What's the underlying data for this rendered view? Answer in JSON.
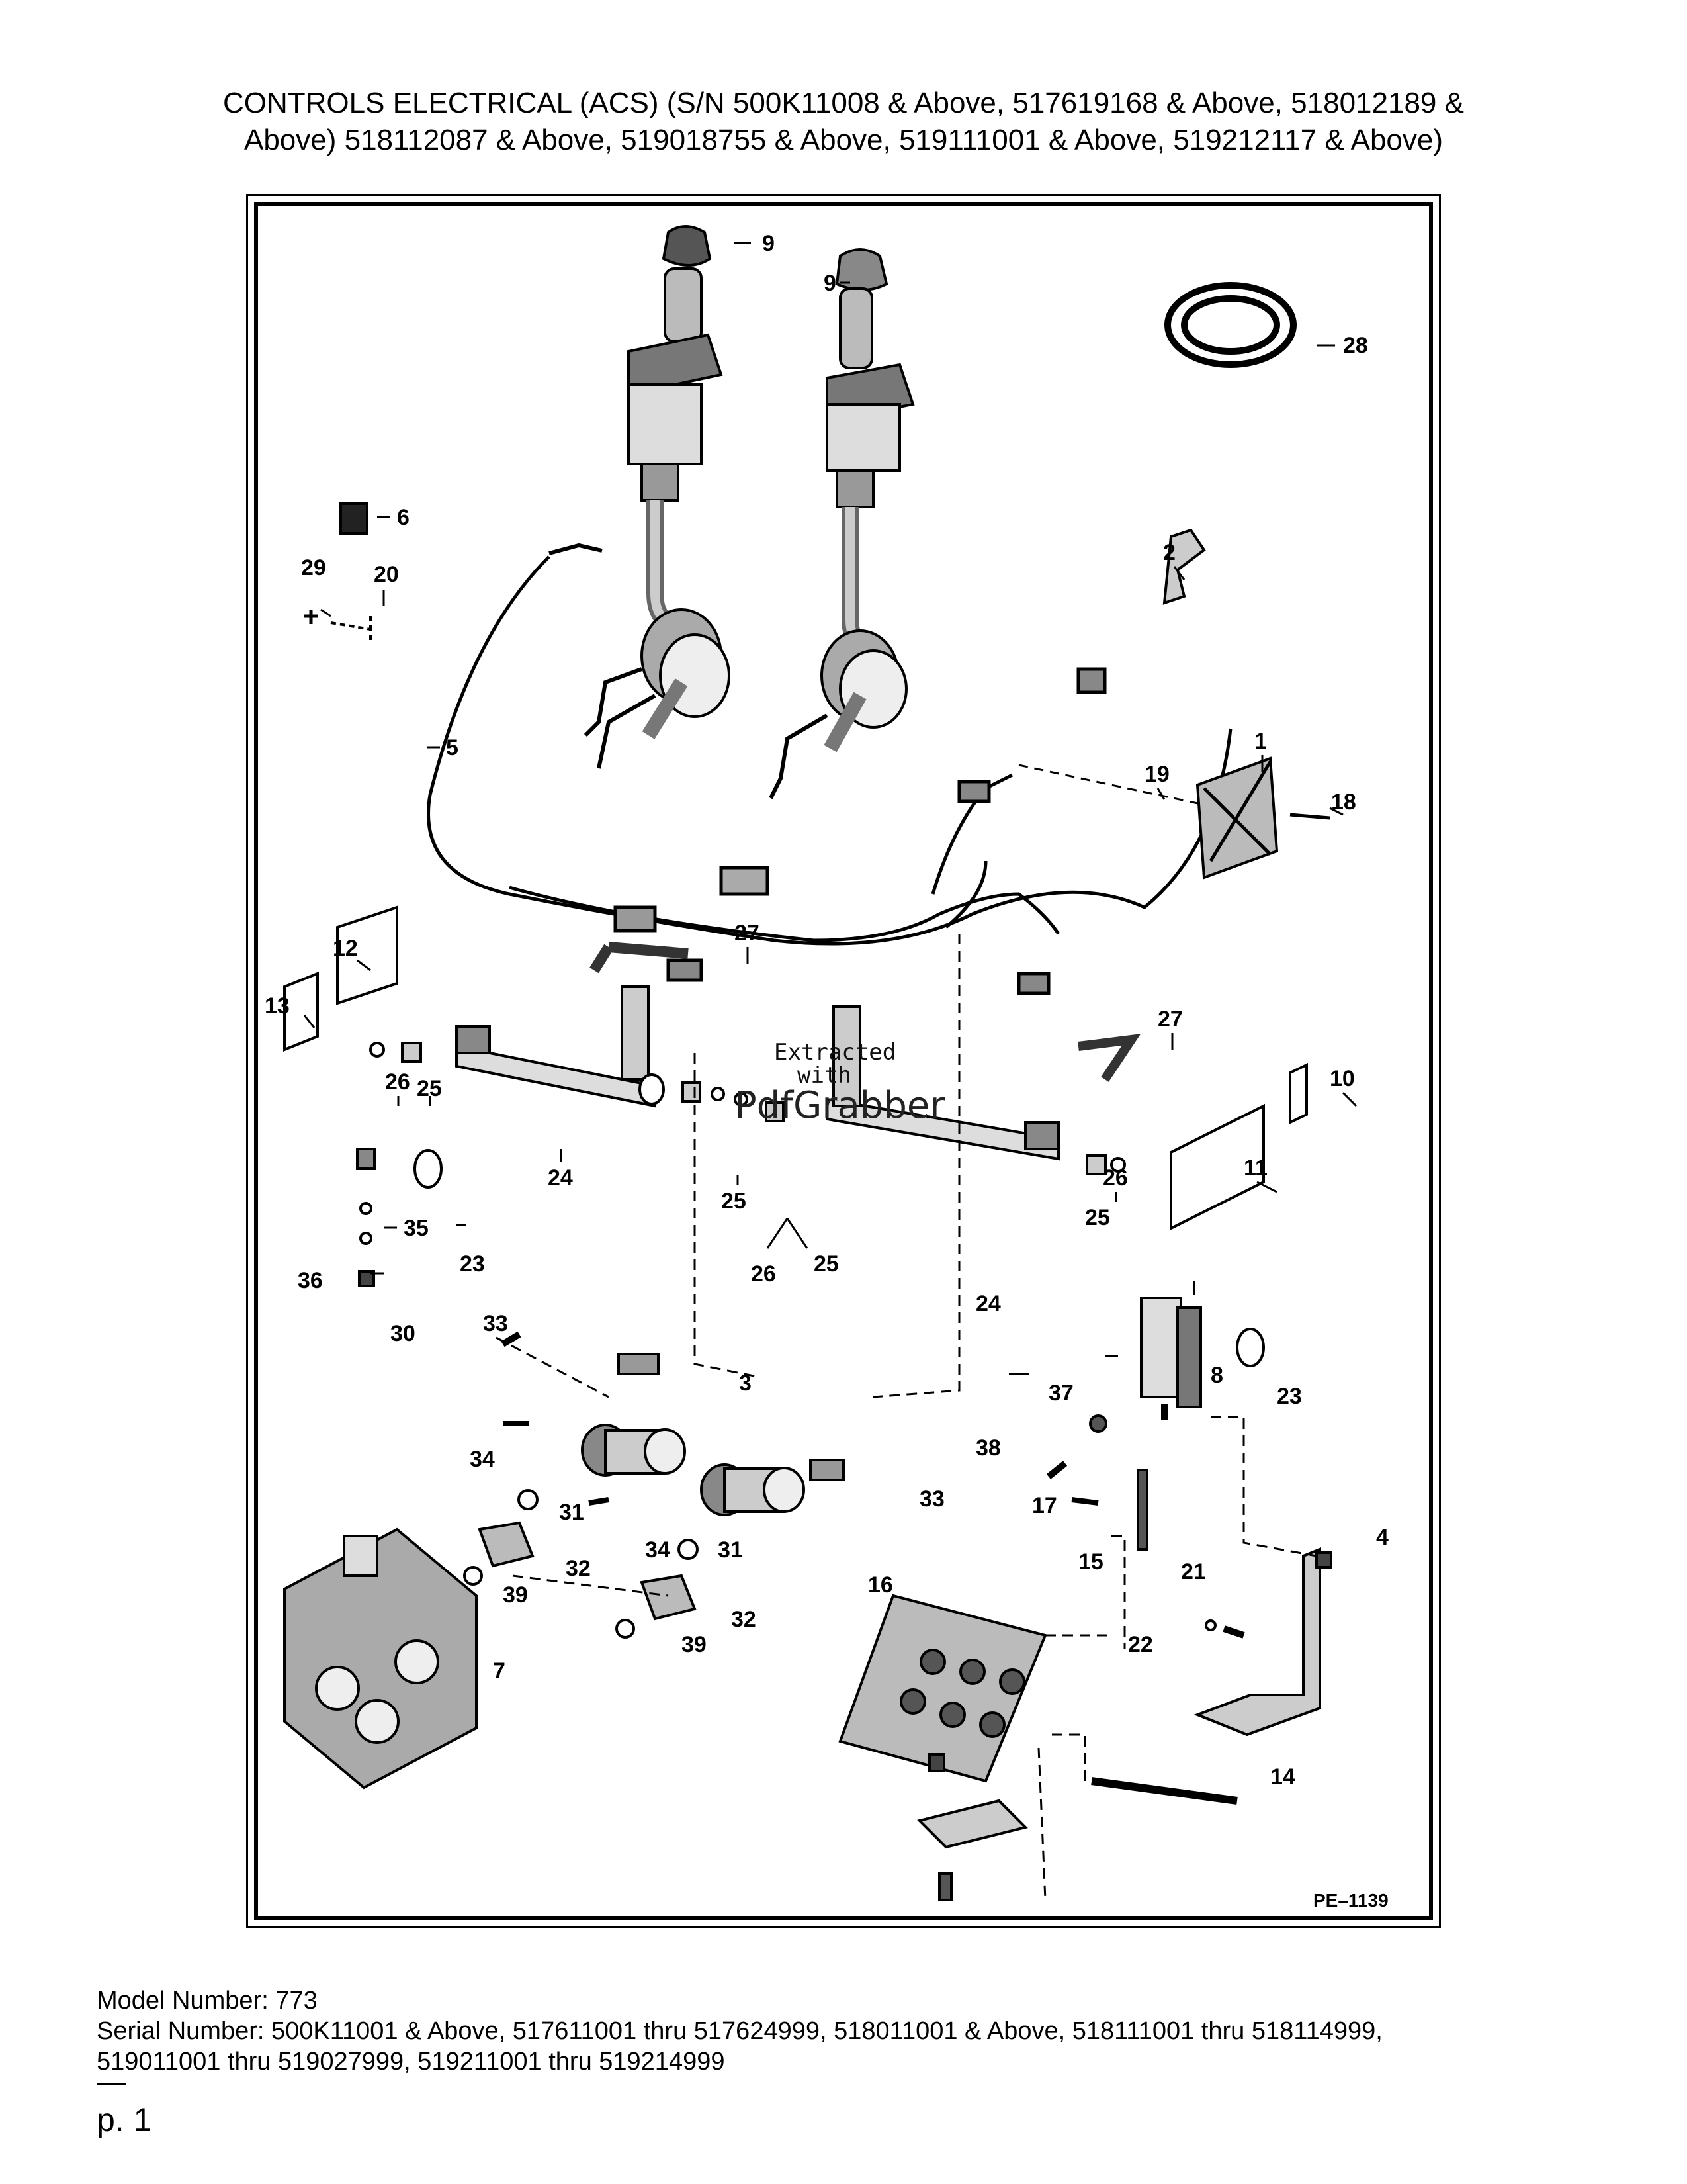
{
  "title_line1": "CONTROLS ELECTRICAL (ACS) (S/N 500K11008 & Above, 517619168 & Above, 518012189 &",
  "title_line2": "Above) 518112087 & Above, 519018755 & Above, 519111001 & Above, 519212117 & Above)",
  "figure_code": "PE–1139",
  "watermark": {
    "line1": "Extracted",
    "line2": "with",
    "brand": "PdfGrabber"
  },
  "callouts": [
    "9",
    "9",
    "28",
    "6",
    "29",
    "20",
    "2",
    "5",
    "1",
    "19",
    "18",
    "27",
    "12",
    "13",
    "27",
    "26",
    "25",
    "10",
    "11",
    "24",
    "35",
    "25",
    "26",
    "23",
    "36",
    "25",
    "26",
    "25",
    "24",
    "30",
    "33",
    "3",
    "8",
    "37",
    "23",
    "34",
    "38",
    "31",
    "33",
    "34",
    "17",
    "31",
    "15",
    "4",
    "21",
    "32",
    "39",
    "16",
    "32",
    "22",
    "39",
    "7",
    "14"
  ],
  "footer": {
    "model": "Model Number: 773",
    "serial_line1": "Serial Number: 500K11001 & Above, 517611001 thru 517624999, 518011001 & Above, 518111001 thru 518114999,",
    "serial_line2": "519011001 thru 519027999, 519211001 thru 519214999"
  },
  "page_label": "p. 1"
}
